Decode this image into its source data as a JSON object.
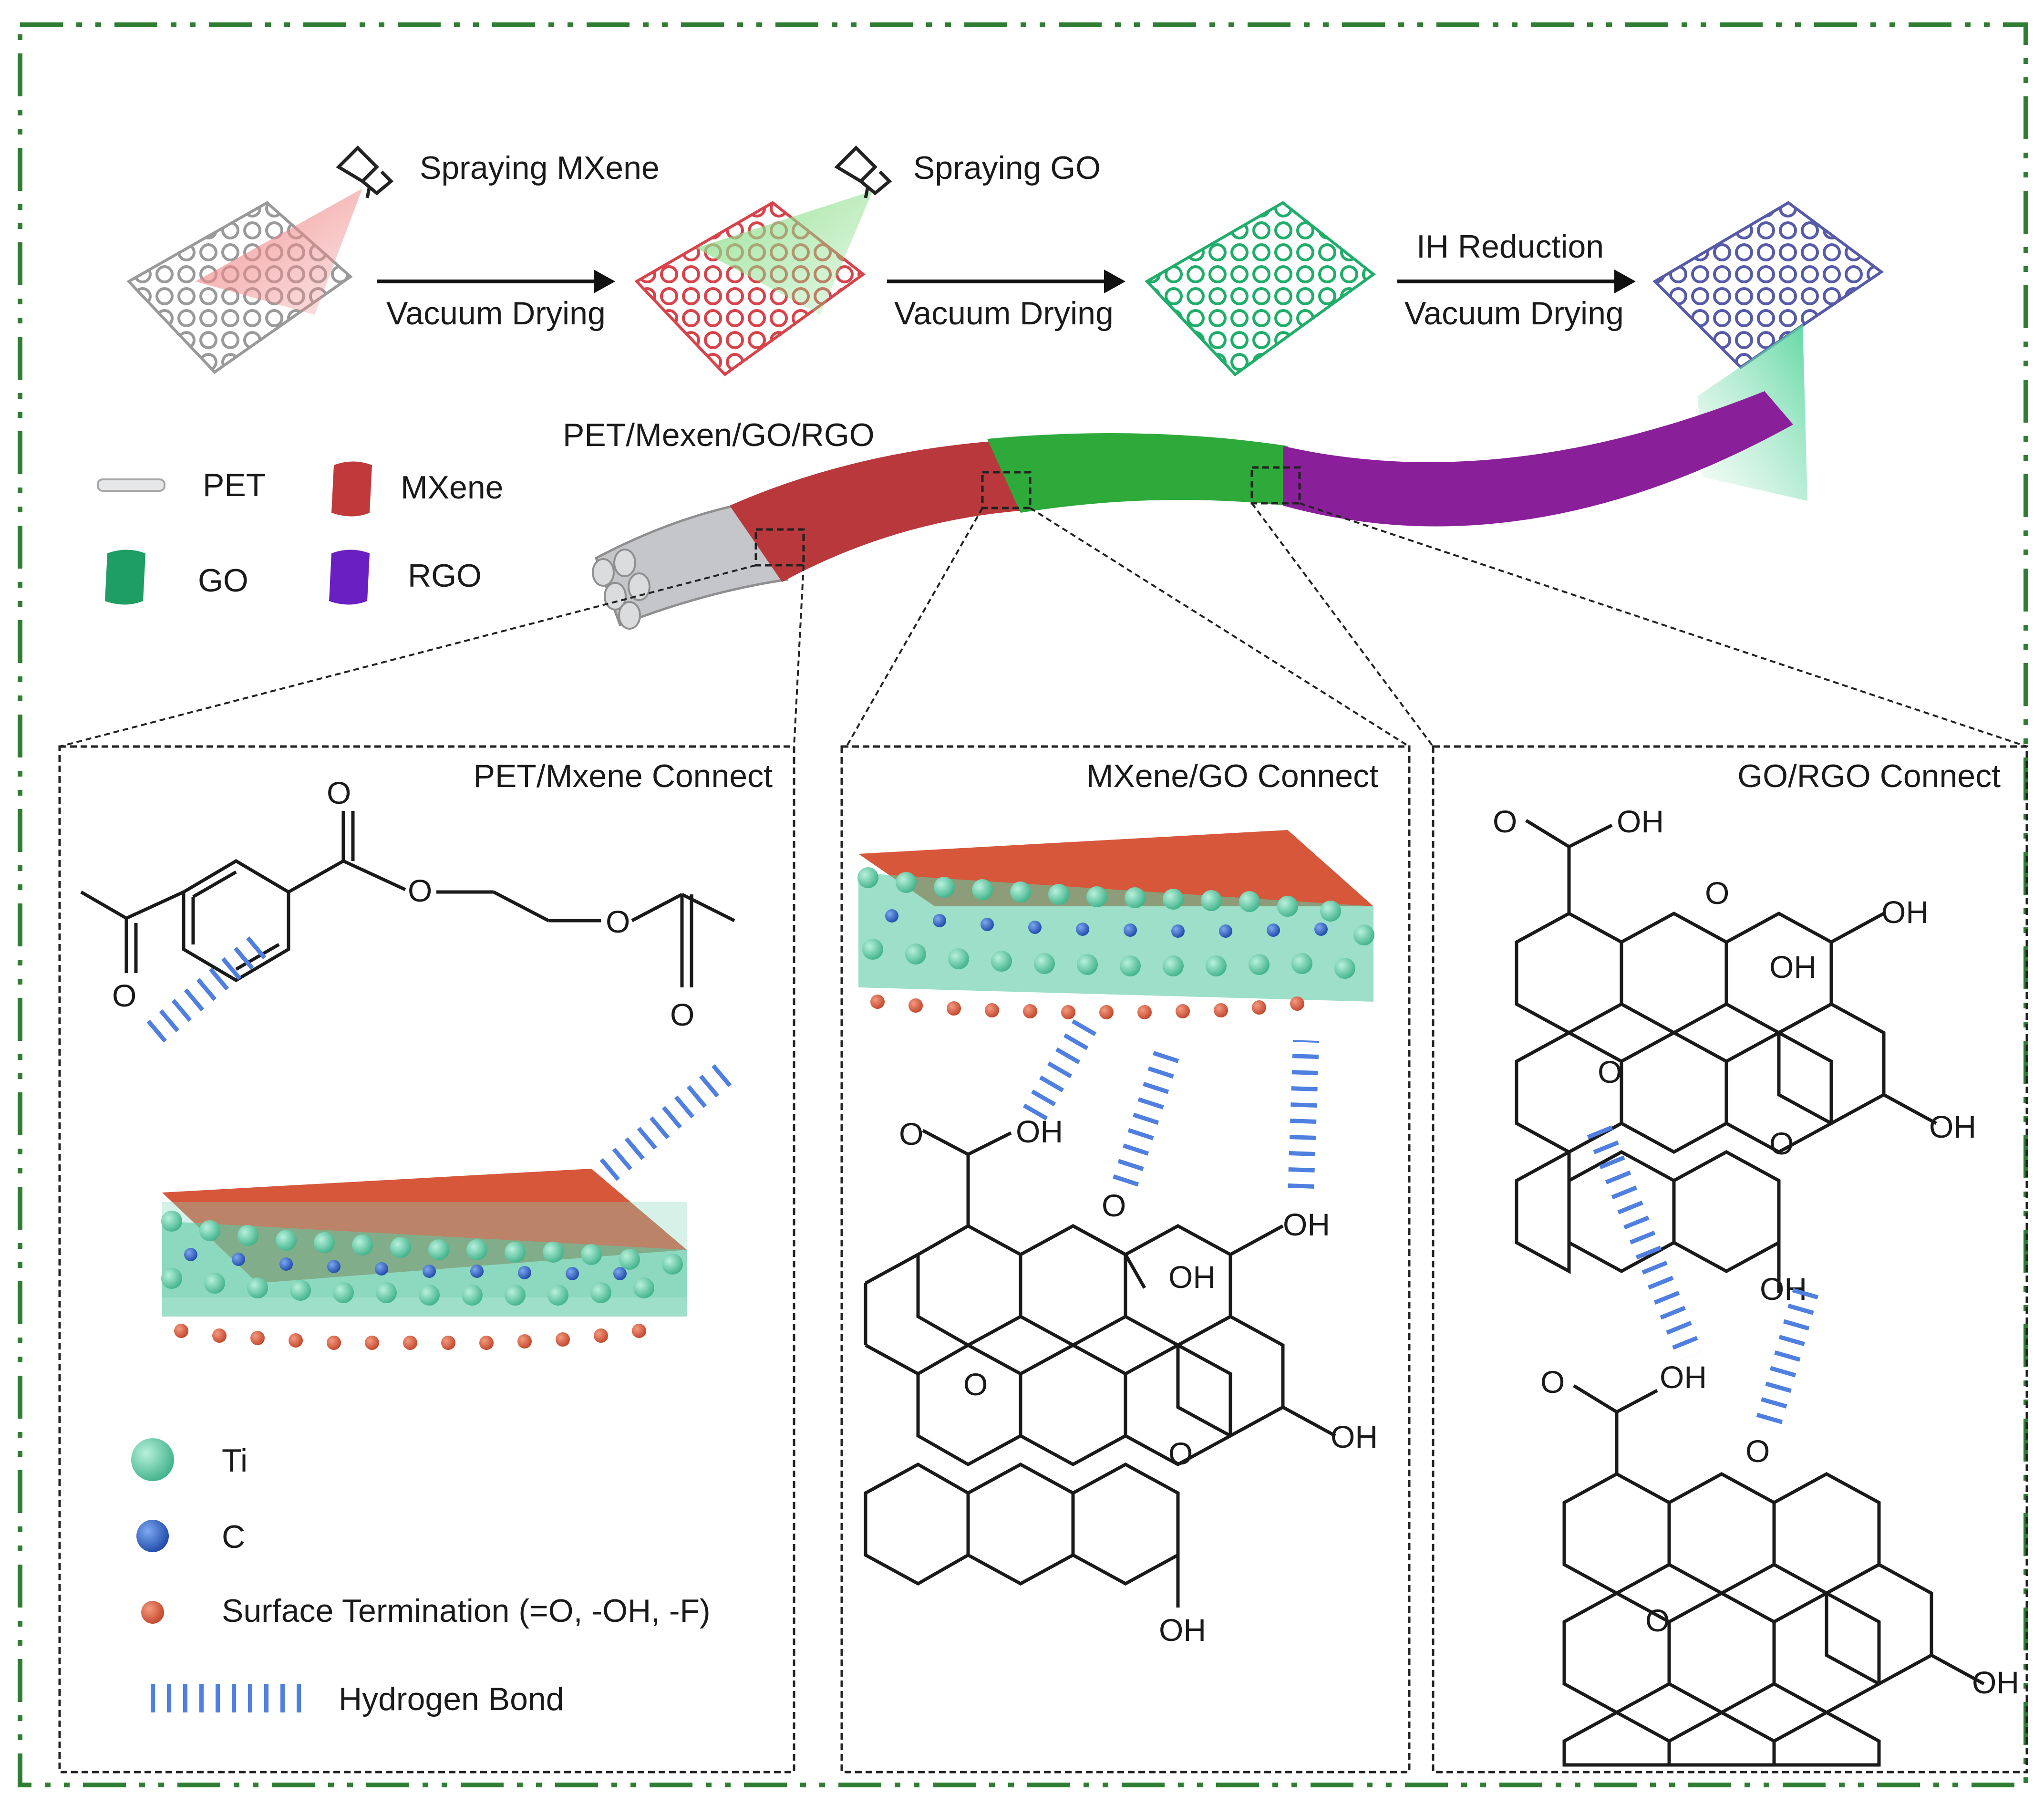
{
  "process": {
    "spray_mxene": "Spraying MXene",
    "spray_go": "Spraying GO",
    "vacuum_drying_1": "Vacuum Drying",
    "vacuum_drying_2": "Vacuum Drying",
    "ih_reduction": "IH Reduction",
    "vacuum_drying_3": "Vacuum Drying"
  },
  "fiber_label": "PET/Mexen/GO/RGO",
  "material_legend": {
    "pet": "PET",
    "mxene": "MXene",
    "go": "GO",
    "rgo": "RGO"
  },
  "panels": {
    "left_title": "PET/Mxene Connect",
    "middle_title": "MXene/GO Connect",
    "right_title": "GO/RGO Connect"
  },
  "atoms": {
    "O": "O",
    "OH": "OH"
  },
  "atom_legend": {
    "ti": "Ti",
    "c": "C",
    "termination": "Surface Termination (=O, -OH, -F)",
    "hbond": "Hydrogen Bond"
  },
  "colors": {
    "pet": "#b9bcbf",
    "mxene": "#c0393b",
    "go": "#1f9e63",
    "rgo": "#7b1fa2",
    "ti": "#5ccaa4",
    "c": "#2f64c8",
    "termination": "#d6573a",
    "hbond": "#4f7fe0",
    "frame": "#2e7d32"
  }
}
